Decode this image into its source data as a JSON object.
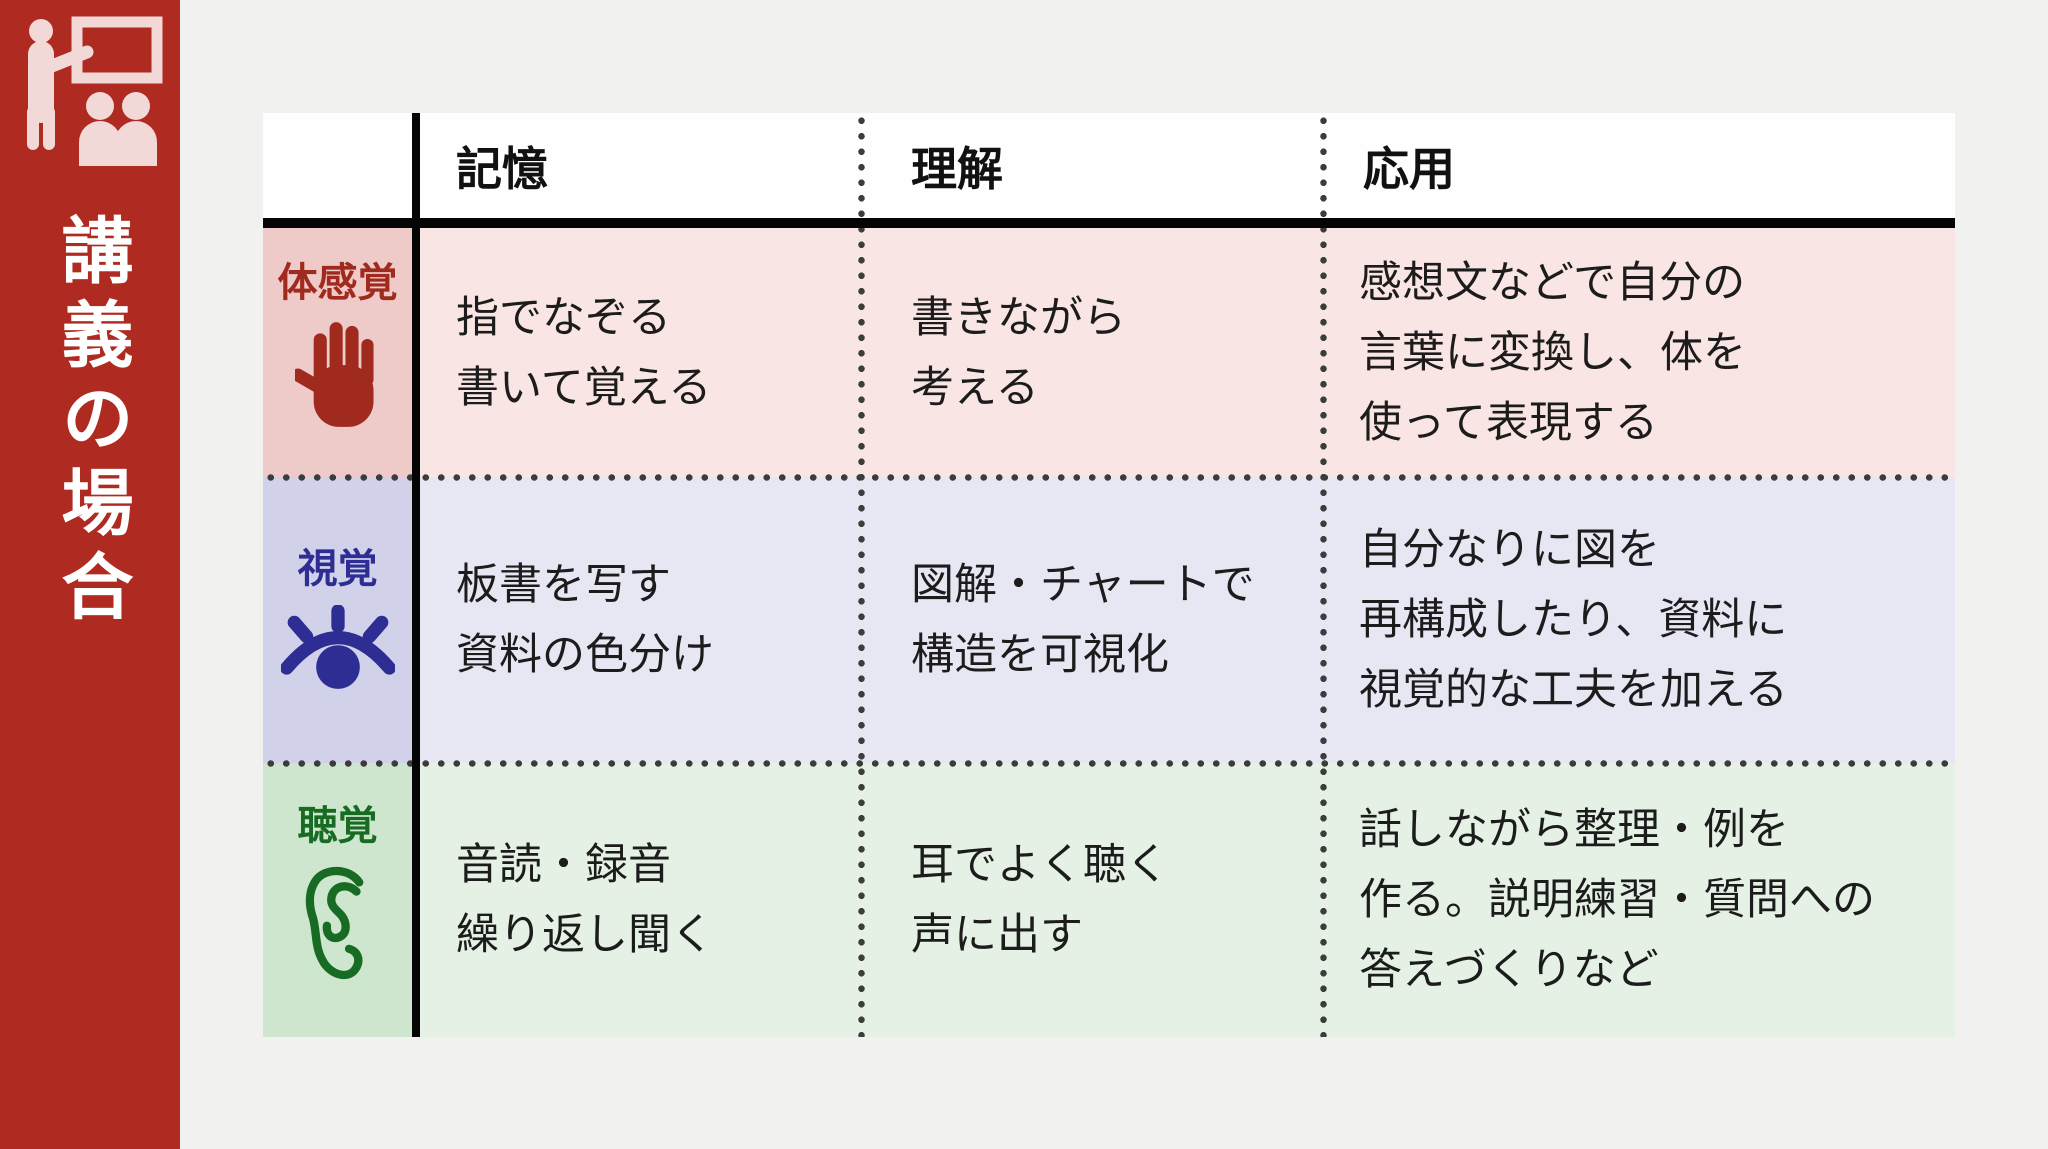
{
  "sidebar": {
    "title": "講義の場合",
    "icon": "teacher-presentation-icon",
    "colors": {
      "background": "#af2a20",
      "text": "#ffffff",
      "icon": "#f2d8d6"
    }
  },
  "table": {
    "column_headers": [
      "記憶",
      "理解",
      "応用"
    ],
    "rows": [
      {
        "label": "体感覚",
        "icon": "hand-icon",
        "accent": "#9f2a1d",
        "label_bg": "#eecac8",
        "cell_bg": "#f9e5e3",
        "cells": [
          [
            "指でなぞる",
            "書いて覚える"
          ],
          [
            "書きながら",
            "考える"
          ],
          [
            "感想文などで自分の",
            "言葉に変換し、体を",
            "使って表現する"
          ]
        ]
      },
      {
        "label": "視覚",
        "icon": "eye-icon",
        "accent": "#2d2d93",
        "label_bg": "#d1d2e9",
        "cell_bg": "#e7e7f4",
        "cells": [
          [
            "板書を写す",
            "資料の色分け"
          ],
          [
            "図解・チャートで",
            "構造を可視化"
          ],
          [
            "自分なりに図を",
            "再構成したり、資料に",
            "視覚的な工夫を加える"
          ]
        ]
      },
      {
        "label": "聴覚",
        "icon": "ear-icon",
        "accent": "#186b22",
        "label_bg": "#cde6cd",
        "cell_bg": "#e5f1e5",
        "cells": [
          [
            "音読・録音",
            "繰り返し聞く"
          ],
          [
            "耳でよく聴く",
            "声に出す"
          ],
          [
            "話しながら整理・例を",
            "作る。説明練習・質問への",
            "答えづくりなど"
          ]
        ]
      }
    ],
    "line_colors": {
      "solid": "#000000",
      "dotted": "#3c3c3c"
    },
    "header_bg": "#fefefe",
    "page_bg": "#f1f1ef"
  }
}
